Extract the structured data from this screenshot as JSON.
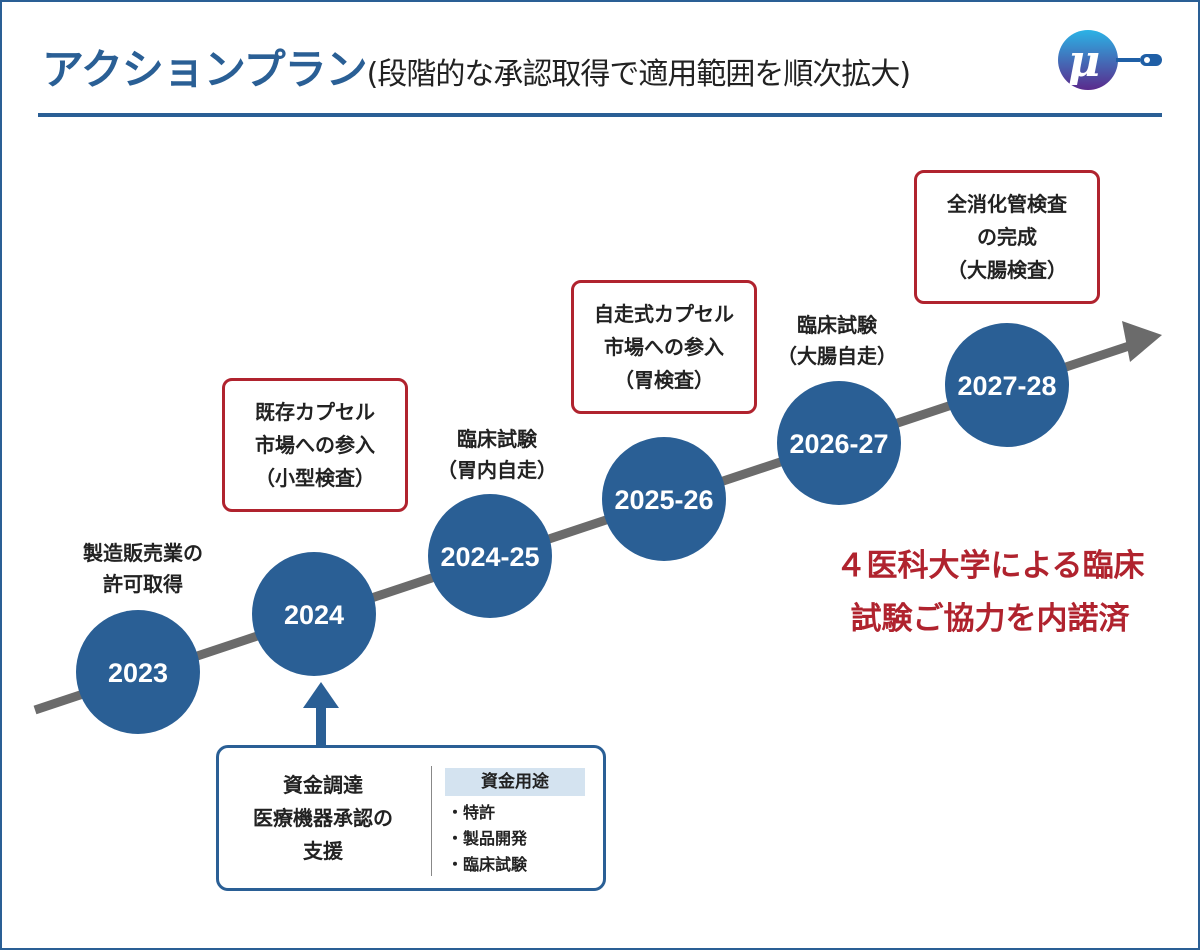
{
  "header": {
    "title_main": "アクションプラン",
    "title_sub": "(段階的な承認取得で適用範囲を順次拡大)",
    "logo_icon": "mu-capsule-logo-icon"
  },
  "colors": {
    "primary": "#2a5f95",
    "accent_red": "#b0232e",
    "arrow_gray": "#6b6b6b",
    "header_fill": "#d4e3f0"
  },
  "milestones": [
    {
      "year": "2023",
      "label": [
        "製造販売業の",
        "許可取得"
      ],
      "boxed": false
    },
    {
      "year": "2024",
      "label": [
        "既存カプセル",
        "市場への参入",
        "（小型検査）"
      ],
      "boxed": true
    },
    {
      "year": "2024-25",
      "label": [
        "臨床試験",
        "（胃内自走）"
      ],
      "boxed": false
    },
    {
      "year": "2025-26",
      "label": [
        "自走式カプセル",
        "市場への参入",
        "（胃検査）"
      ],
      "boxed": true
    },
    {
      "year": "2026-27",
      "label": [
        "臨床試験",
        "（大腸自走）"
      ],
      "boxed": false
    },
    {
      "year": "2027-28",
      "label": [
        "全消化管検査",
        "の完成",
        "（大腸検査）"
      ],
      "boxed": true
    }
  ],
  "callout": {
    "line1": "４医科大学による臨床",
    "line2": "試験ご協力を内諾済"
  },
  "funding": {
    "main": [
      "資金調達",
      "医療機器承認の",
      "支援"
    ],
    "uses_header": "資金用途",
    "uses": [
      "・特許",
      "・製品開発",
      "・臨床試験"
    ]
  }
}
